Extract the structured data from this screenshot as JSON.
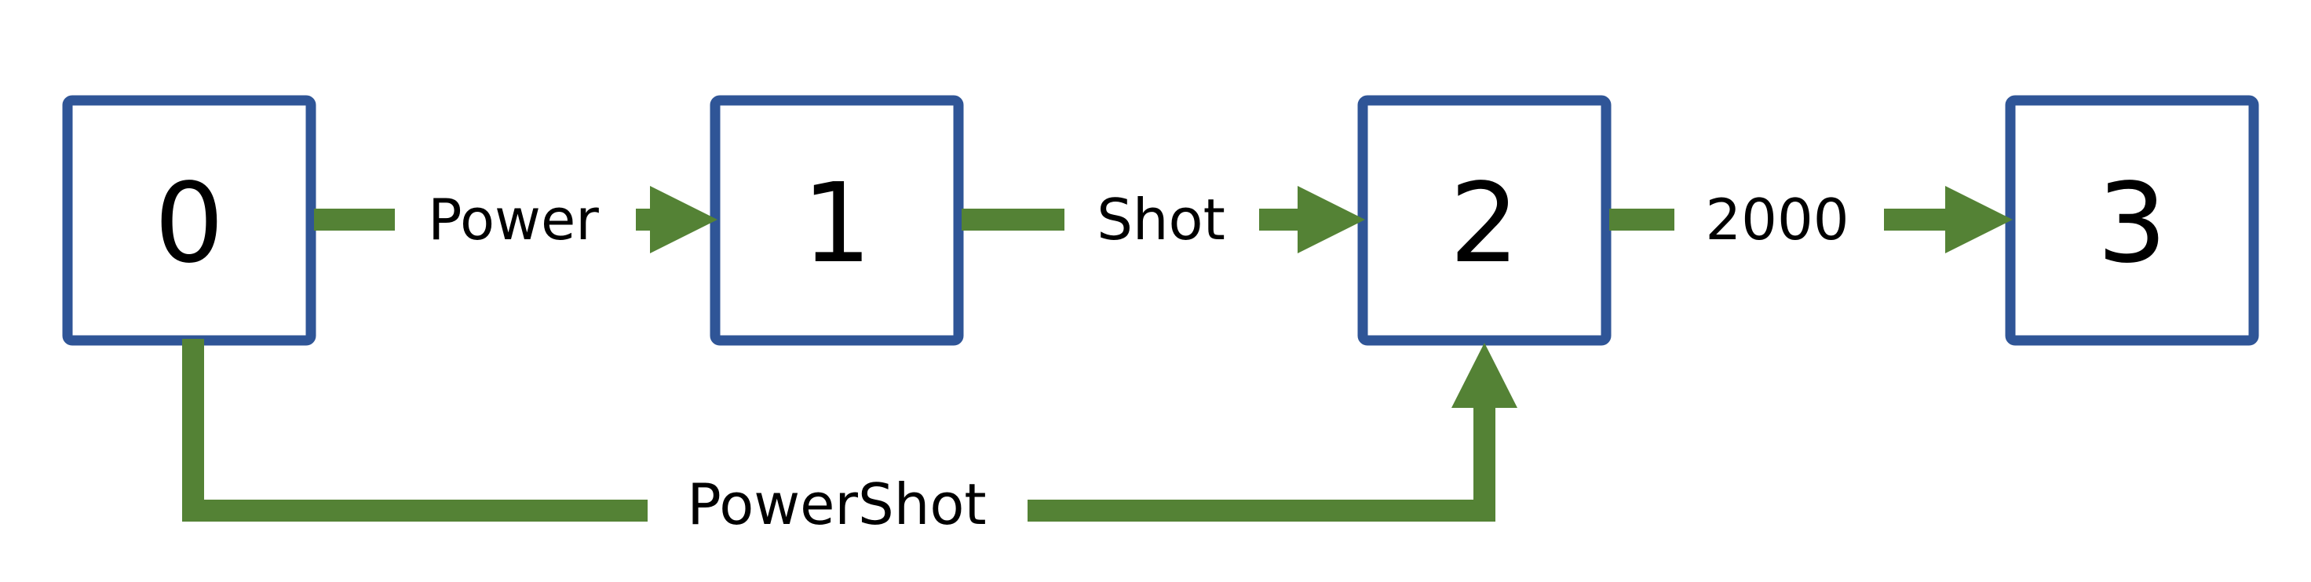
{
  "colors": {
    "node_border": "#2f5597",
    "edge": "#548235",
    "text": "#000000",
    "background": "#ffffff"
  },
  "nodes": [
    {
      "id": "0",
      "label": "0"
    },
    {
      "id": "1",
      "label": "1"
    },
    {
      "id": "2",
      "label": "2"
    },
    {
      "id": "3",
      "label": "3"
    }
  ],
  "edges": [
    {
      "from": "0",
      "to": "1",
      "label": "Power"
    },
    {
      "from": "1",
      "to": "2",
      "label": "Shot"
    },
    {
      "from": "2",
      "to": "3",
      "label": "2000"
    },
    {
      "from": "0",
      "to": "2",
      "label": "PowerShot"
    }
  ]
}
